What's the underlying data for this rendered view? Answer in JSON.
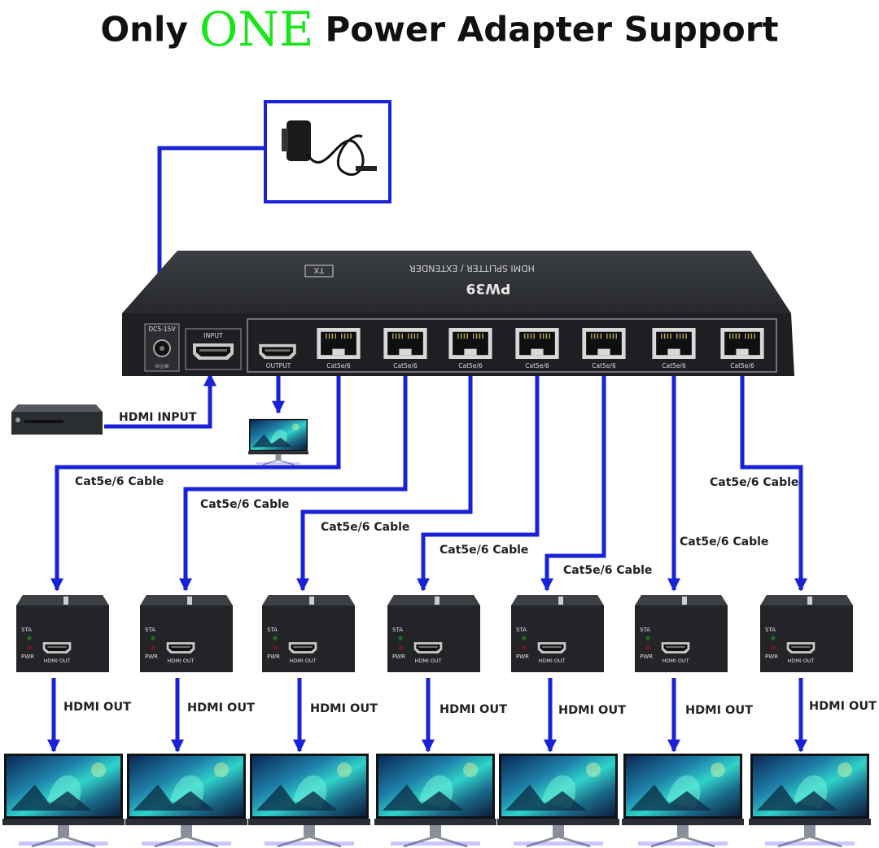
{
  "title": {
    "before": "Only",
    "highlight": "ONE",
    "after": "Power Adapter Support",
    "highlight_color": "#19e619"
  },
  "colors": {
    "connector": "#1a22d8",
    "device": "#232528",
    "screen_accent": "#2fd3c9"
  },
  "splitter": {
    "brand": "PW39",
    "model": "HDMI SPLITTER / EXTENDER",
    "badge": "TX",
    "power_port": "DC5-15V",
    "input_port": "INPUT",
    "output_port": "OUTPUT",
    "cat_port": "Cat5e/6",
    "cat_port_count": 7
  },
  "labels": {
    "hdmi_input": "HDMI INPUT",
    "cable": "Cat5e/6 Cable",
    "hdmi_out": "HDMI OUT"
  },
  "receiver": {
    "sta": "STA",
    "pwr": "PWR",
    "port": "HDMI OUT",
    "count": 7
  },
  "icons": [
    "power-adapter-icon",
    "blu-ray-player-icon",
    "monitor-icon",
    "rj45-port-icon",
    "hdmi-port-icon"
  ]
}
